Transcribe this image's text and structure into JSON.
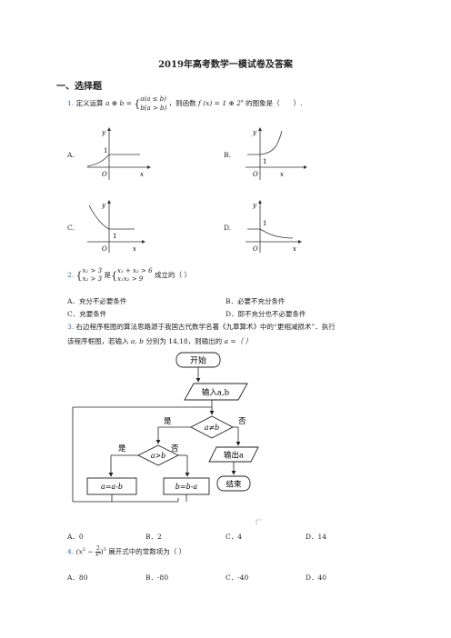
{
  "title": "2019年高考数学一模试卷及答案",
  "section": "一、选择题",
  "q1": {
    "num": "1.",
    "intro": "定义运算",
    "op_expr": "a ⊕ b =",
    "case1": "a(a ≤ b)",
    "case2": "b(a > b)",
    "mid": "，则函数",
    "func": "f (x) = 1 ⊕ 2",
    "exp": "x",
    "tail": "的图象是（　　）.",
    "options": [
      {
        "label": "A."
      },
      {
        "label": "B."
      },
      {
        "label": "C."
      },
      {
        "label": "D."
      }
    ],
    "graph_labels": {
      "y": "y",
      "x": "x",
      "origin": "O",
      "one": "1"
    }
  },
  "q2": {
    "num": "2.",
    "left_top": "x₁ > 3",
    "left_bottom": "x₂ > 3",
    "is": "是",
    "right_top": "x₁ + x₂ > 6",
    "right_bottom": "x₁x₂ > 9",
    "tail": "成立的（ ）",
    "options": [
      "A．充分不必要条件",
      "B．必要不充分条件",
      "C．充要条件",
      "D．即不充分也不必要条件"
    ]
  },
  "q3": {
    "num": "3.",
    "line1": "右边程序框图的算法思路源于我国古代数学名著《九章算术》中的“更相减损术”．执行",
    "line2a": "该程序框图，若输入",
    "line2b": "a, b",
    "line2c": "分别为 14,18，则输出的",
    "line2d": "a =（ ）",
    "flow": {
      "start": "开始",
      "input": "输入a,b",
      "cond1": "a≠b",
      "yes": "是",
      "no": "否",
      "cond2": "a>b",
      "output": "输出a",
      "end": "结束",
      "assign1": "a=a-b",
      "assign2": "b=b-a"
    },
    "options": [
      "A．0",
      "B．2",
      "C．4",
      "D．14"
    ]
  },
  "q4": {
    "num": "4.",
    "expr_open": "(x",
    "sq": "2",
    "minus": " − ",
    "frac_num": "2",
    "frac_den": "x³",
    "expr_close": ")",
    "power": "5",
    "tail": "展开式中的常数项为（ ）",
    "options": [
      "A．80",
      "B．-80",
      "C．-40",
      "D．40"
    ]
  }
}
